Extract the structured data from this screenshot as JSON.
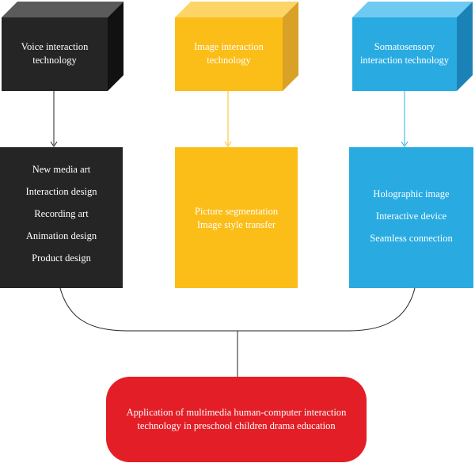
{
  "top_cubes": [
    {
      "lines": [
        "Voice interaction",
        "technology"
      ],
      "color": "#252525"
    },
    {
      "lines": [
        "Image interaction",
        "technology"
      ],
      "color": "#fbbd18"
    },
    {
      "lines": [
        "Somatosensory",
        "interaction technology"
      ],
      "color": "#29abe2"
    }
  ],
  "middle_boxes": [
    {
      "items": [
        "New media art",
        "Interaction design",
        "Recording art",
        "Animation design",
        "Product design"
      ]
    },
    {
      "items": [
        "Picture segmentation",
        "Image style transfer"
      ]
    },
    {
      "items": [
        "Holographic image",
        "Interactive device",
        "Seamless connection"
      ]
    }
  ],
  "final_box": {
    "lines": [
      "Application of multimedia human-computer interaction",
      "technology in preschool children drama education"
    ],
    "color": "#e41e26"
  }
}
